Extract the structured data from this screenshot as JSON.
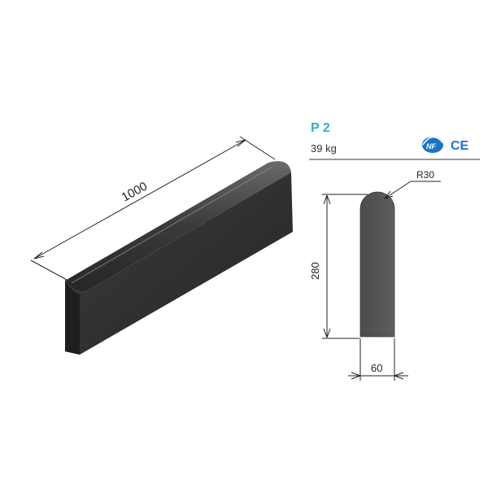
{
  "product": {
    "code": "P 2",
    "weight": "39 kg"
  },
  "certifications": {
    "nf_logo_text": "NF",
    "ce_mark": "CE"
  },
  "dimensions": {
    "length": "1000",
    "height": "280",
    "width": "60",
    "radius": "R30"
  },
  "colors": {
    "code_accent": "#2bb3c0",
    "curb_front": "#3a3a3a",
    "curb_top": "#4a4a4a",
    "profile_fill": "#555555",
    "nf_blue": "#1a73c9"
  }
}
